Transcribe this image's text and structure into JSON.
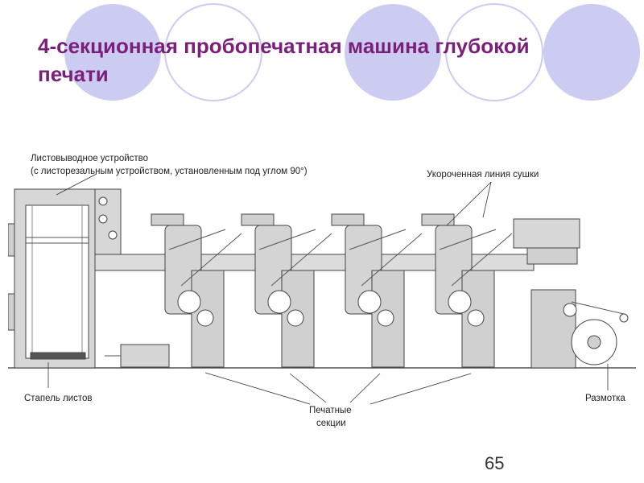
{
  "slide": {
    "title": "4-секционная пробопечатная машина глубокой печати",
    "page_number": "65",
    "accent_color": "#7a1f7a",
    "circle_fill": "#ccccf2"
  },
  "diagram": {
    "labels": {
      "sheet_delivery": "Листовыводное устройство",
      "sheet_delivery_note": "(с листорезальным устройством, установленным под углом 90°)",
      "dryer": "Укороченная линия сушки",
      "pile": "Стапель листов",
      "print_sections_1": "Печатные",
      "print_sections_2": "секции",
      "unwind": "Размотка"
    },
    "print_section_count": 4
  }
}
